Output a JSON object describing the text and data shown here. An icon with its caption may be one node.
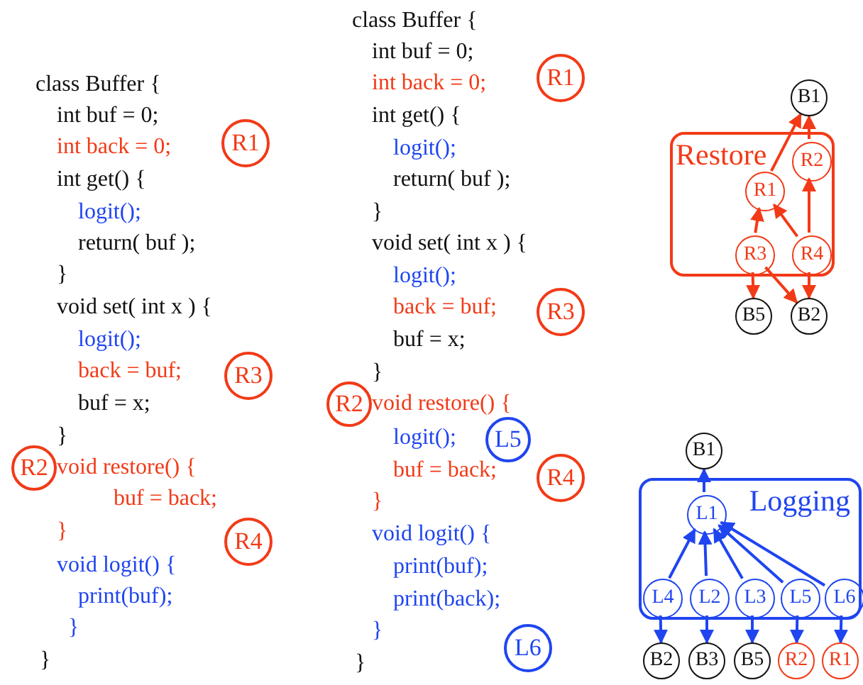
{
  "diagram": {
    "nodes": [
      {
        "text": [
          "R1"
        ]
      },
      {
        "text": [
          "R3"
        ]
      },
      {
        "text": [
          "R2"
        ]
      },
      {
        "text": [
          "R4"
        ]
      },
      {
        "text": [
          "R1"
        ]
      },
      {
        "text": [
          "R3"
        ]
      },
      {
        "text": [
          "R2"
        ]
      },
      {
        "text": [
          "L5"
        ]
      },
      {
        "text": [
          "R4"
        ]
      },
      {
        "text": [
          "L6"
        ]
      },
      {
        "text": [
          "B1"
        ]
      },
      {
        "text": [
          "Restore"
        ]
      },
      {
        "text": [
          "R2"
        ],
        "in": 11
      },
      {
        "text": [
          "R1"
        ],
        "in": 11
      },
      {
        "text": [
          "R3"
        ],
        "in": 11
      },
      {
        "text": [
          "R4"
        ],
        "in": 11
      },
      {
        "text": [
          "B5"
        ]
      },
      {
        "text": [
          "B2"
        ]
      },
      {
        "text": [
          "B1"
        ]
      },
      {
        "text": [
          "Logging"
        ]
      },
      {
        "text": [
          "L1"
        ],
        "in": 19
      },
      {
        "text": [
          "L4"
        ],
        "in": 19
      },
      {
        "text": [
          "L2"
        ],
        "in": 19
      },
      {
        "text": [
          "L3"
        ],
        "in": 19
      },
      {
        "text": [
          "L5"
        ],
        "in": 19
      },
      {
        "text": [
          "L6"
        ],
        "in": 19
      },
      {
        "text": [
          "B2"
        ]
      },
      {
        "text": [
          "B3"
        ]
      },
      {
        "text": [
          "B5"
        ]
      },
      {
        "text": [
          "R2"
        ]
      },
      {
        "text": [
          "R1"
        ]
      }
    ],
    "edges": [
      {
        "from": 13,
        "to": 10,
        "arrow": "to",
        "color": "#f23a17"
      },
      {
        "from": 12,
        "to": 10,
        "arrow": "to",
        "color": "#f23a17"
      },
      {
        "from": 14,
        "to": 13,
        "arrow": "to",
        "color": "#f23a17"
      },
      {
        "from": 15,
        "to": 13,
        "arrow": "to",
        "color": "#f23a17"
      },
      {
        "from": 15,
        "to": 12,
        "arrow": "to",
        "color": "#f23a17"
      },
      {
        "from": 14,
        "to": 16,
        "arrow": "to",
        "color": "#f23a17"
      },
      {
        "from": 14,
        "to": 17,
        "arrow": "to",
        "color": "#f23a17"
      },
      {
        "from": 15,
        "to": 17,
        "arrow": "to",
        "color": "#f23a17"
      },
      {
        "from": 20,
        "to": 18,
        "arrow": "to"
      },
      {
        "from": 21,
        "to": 20,
        "arrow": "to"
      },
      {
        "from": 22,
        "to": 20,
        "arrow": "to"
      },
      {
        "from": 23,
        "to": 20,
        "arrow": "to"
      },
      {
        "from": 24,
        "to": 20,
        "arrow": "to"
      },
      {
        "from": 25,
        "to": 20,
        "arrow": "to"
      },
      {
        "from": 21,
        "to": 26,
        "arrow": "to"
      },
      {
        "from": 22,
        "to": 27,
        "arrow": "to"
      },
      {
        "from": 23,
        "to": 28,
        "arrow": "to"
      },
      {
        "from": 24,
        "to": 29,
        "arrow": "to"
      },
      {
        "from": 25,
        "to": 30,
        "arrow": "to"
      }
    ],
    "labels": [
      "class Buffer {",
      "int buf = 0;",
      "int back = 0;",
      "int get() {",
      "logit();",
      "return( buf );",
      "}",
      "void set( int x ) {",
      "logit();",
      "back = buf;",
      "buf = x;",
      "}",
      "void restore() {",
      "buf = back;",
      "}",
      "void logit() {",
      "print(buf);",
      "}",
      "}",
      "class Buffer {",
      "int buf = 0;",
      "int back = 0;",
      "int get() {",
      "logit();",
      "return( buf );",
      "}",
      "void set( int x ) {",
      "logit();",
      "back = buf;",
      "buf = x;",
      "}",
      "void restore() {",
      "logit();",
      "buf = back;",
      "}",
      "void logit() {",
      "print(buf);",
      "print(back);",
      "}",
      "}"
    ]
  }
}
